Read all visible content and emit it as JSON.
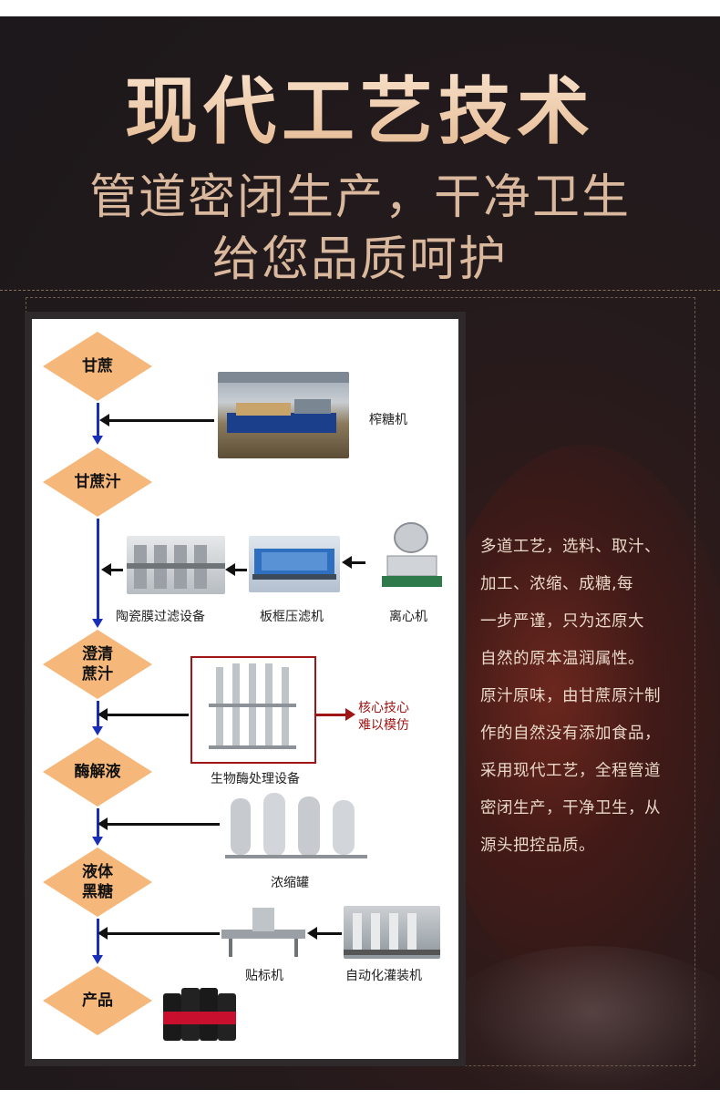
{
  "header": {
    "title": "现代工艺技术",
    "subtitle_line1": "管道密闭生产，干净卫生",
    "subtitle_line2": "给您品质呵护"
  },
  "flow": {
    "stages": [
      "甘蔗",
      "甘蔗汁",
      "澄清\n蔗汁",
      "酶解液",
      "液体\n黑糖",
      "产品"
    ],
    "equipment": {
      "press": "榨糖机",
      "ceramic_filter": "陶瓷膜过滤设备",
      "plate_filter": "板框压滤机",
      "centrifuge": "离心机",
      "enzyme": "生物酶处理设备",
      "concentrator": "浓缩罐",
      "labeler": "贴标机",
      "filler": "自动化灌装机"
    },
    "core_note": "核心技心\n难以模仿"
  },
  "description": {
    "lines": [
      "多道工艺，选料、取汁、",
      "加工、浓缩、成糖,每",
      "一步严谨，只为还原大",
      "自然的原本温润属性。",
      "原汁原味，由甘蔗原汁制",
      "作的自然没有添加食品，",
      "采用现代工艺，全程管道",
      "密闭生产，干净卫生，从",
      "源头把控品质。"
    ]
  },
  "colors": {
    "background": "#1c181b",
    "title_gold": "#f0d2b6",
    "diamond_fill": "#f5b77a",
    "flow_blue": "#1a2fb5",
    "core_red": "#a01515",
    "text_light": "#ead8c8"
  }
}
